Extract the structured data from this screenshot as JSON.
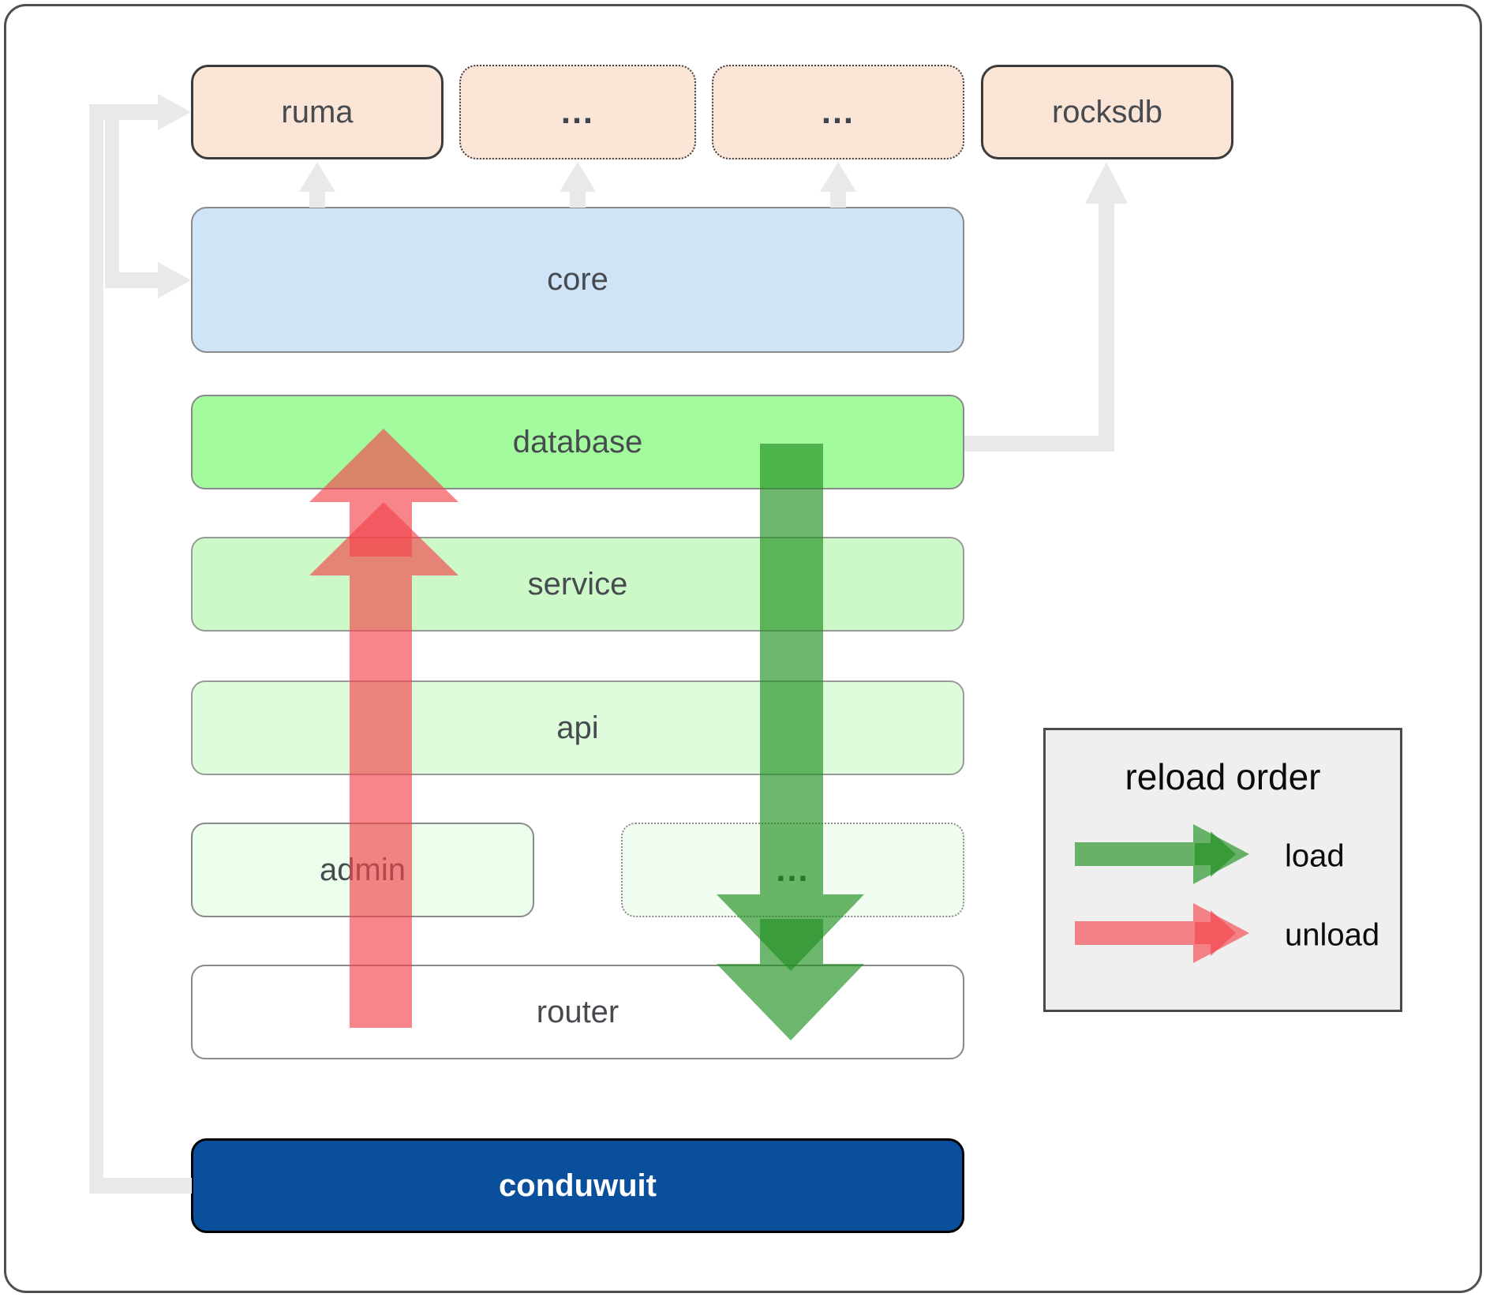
{
  "boxes": {
    "ruma": {
      "label": "ruma"
    },
    "extension_top_1": {
      "label": "…"
    },
    "extension_top_2": {
      "label": "…"
    },
    "rocksdb": {
      "label": "rocksdb"
    },
    "core": {
      "label": "core"
    },
    "database": {
      "label": "database"
    },
    "service": {
      "label": "service"
    },
    "api": {
      "label": "api"
    },
    "admin": {
      "label": "admin"
    },
    "extension_bottom": {
      "label": "…"
    },
    "router": {
      "label": "router"
    },
    "conduwuit": {
      "label": "conduwuit"
    }
  },
  "legend": {
    "title": "reload order",
    "items": [
      {
        "label": "load",
        "color": "#1f8f1f"
      },
      {
        "label": "unload",
        "color": "#f2444b"
      }
    ]
  },
  "colors": {
    "load_arrow": "#1f8f1f",
    "unload_arrow": "#f2444b",
    "connector_gray": "#e9e9e9",
    "peach_box": "#fbe5d6",
    "core_box": "#d0e4f8",
    "database_box": "#a4fb9e",
    "service_box": "#cdf8c8",
    "api_box": "#defcdb",
    "admin_box": "#ebfdeb",
    "extension_bottom_box": "#f1fdf0",
    "router_box": "#ffffff",
    "conduwuit_box": "#094f9c",
    "legend_bg": "#efefef",
    "frame_border": "#4f4f4f"
  }
}
